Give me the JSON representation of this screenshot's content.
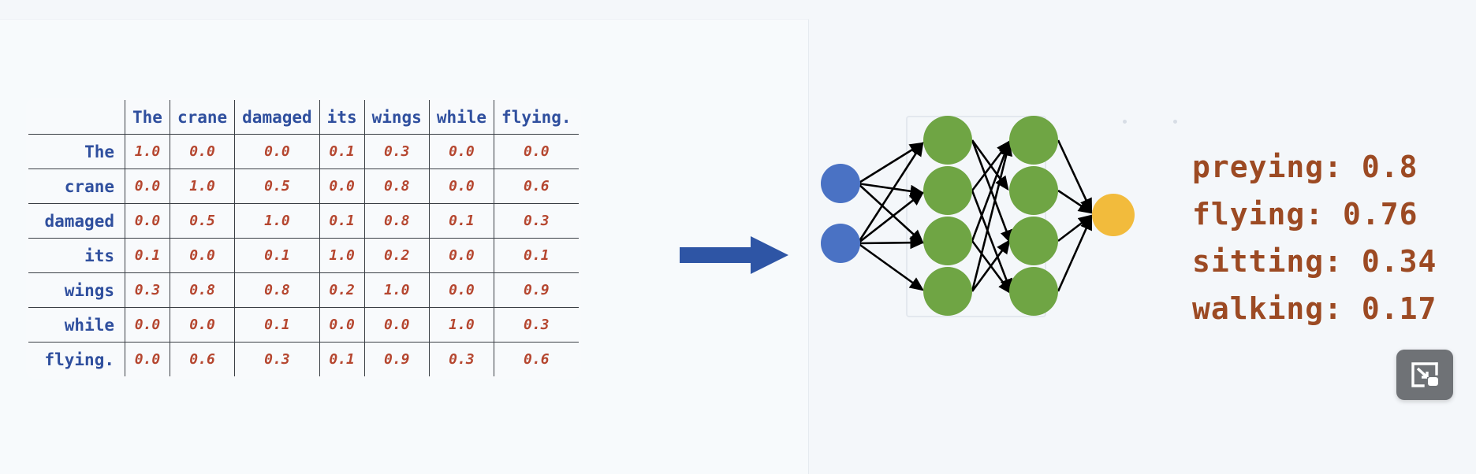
{
  "page": {
    "background_color": "#f4f7fa",
    "panel_color": "#f7fafc"
  },
  "matrix": {
    "name": "word-similarity-matrix",
    "corner_label": "",
    "columns": [
      "The",
      "crane",
      "damaged",
      "its",
      "wings",
      "while",
      "flying."
    ],
    "rows": [
      {
        "label": "The",
        "values": [
          "1.0",
          "0.0",
          "0.0",
          "0.1",
          "0.3",
          "0.0",
          "0.0"
        ]
      },
      {
        "label": "crane",
        "values": [
          "0.0",
          "1.0",
          "0.5",
          "0.0",
          "0.8",
          "0.0",
          "0.6"
        ]
      },
      {
        "label": "damaged",
        "values": [
          "0.0",
          "0.5",
          "1.0",
          "0.1",
          "0.8",
          "0.1",
          "0.3"
        ]
      },
      {
        "label": "its",
        "values": [
          "0.1",
          "0.0",
          "0.1",
          "1.0",
          "0.2",
          "0.0",
          "0.1"
        ]
      },
      {
        "label": "wings",
        "values": [
          "0.3",
          "0.8",
          "0.8",
          "0.2",
          "1.0",
          "0.0",
          "0.9"
        ]
      },
      {
        "label": "while",
        "values": [
          "0.0",
          "0.0",
          "0.1",
          "0.0",
          "0.0",
          "1.0",
          "0.3"
        ]
      },
      {
        "label": "flying.",
        "values": [
          "0.0",
          "0.6",
          "0.3",
          "0.1",
          "0.9",
          "0.3",
          "0.6"
        ]
      }
    ],
    "header_color": "#2f4f9e",
    "value_color": "#b5462f",
    "border_color": "#3a3f45"
  },
  "arrow": {
    "name": "flow-arrow",
    "color": "#2e55a5",
    "direction": "right"
  },
  "network": {
    "name": "neural-network-diagram",
    "input_layer": {
      "count": 2,
      "color": "#4a72c4"
    },
    "hidden_layers": [
      {
        "count": 4,
        "color": "#6fa544"
      },
      {
        "count": 4,
        "color": "#6fa544"
      }
    ],
    "output_layer": {
      "count": 1,
      "color": "#f2bb3c"
    },
    "edge_color": "#000000",
    "hidden_box_border": "#e3e8ee"
  },
  "predictions": {
    "name": "prediction-list",
    "text_color": "#9c4a23",
    "items": [
      {
        "label": "preying:",
        "value": "0.8"
      },
      {
        "label": "flying:",
        "value": "0.76"
      },
      {
        "label": "sitting:",
        "value": "0.34"
      },
      {
        "label": "walking:",
        "value": "0.17"
      }
    ]
  },
  "corner_button": {
    "name": "picture-in-picture-button",
    "icon": "minimize-to-corner-icon",
    "background": "#6f7276",
    "icon_color": "#ffffff"
  }
}
